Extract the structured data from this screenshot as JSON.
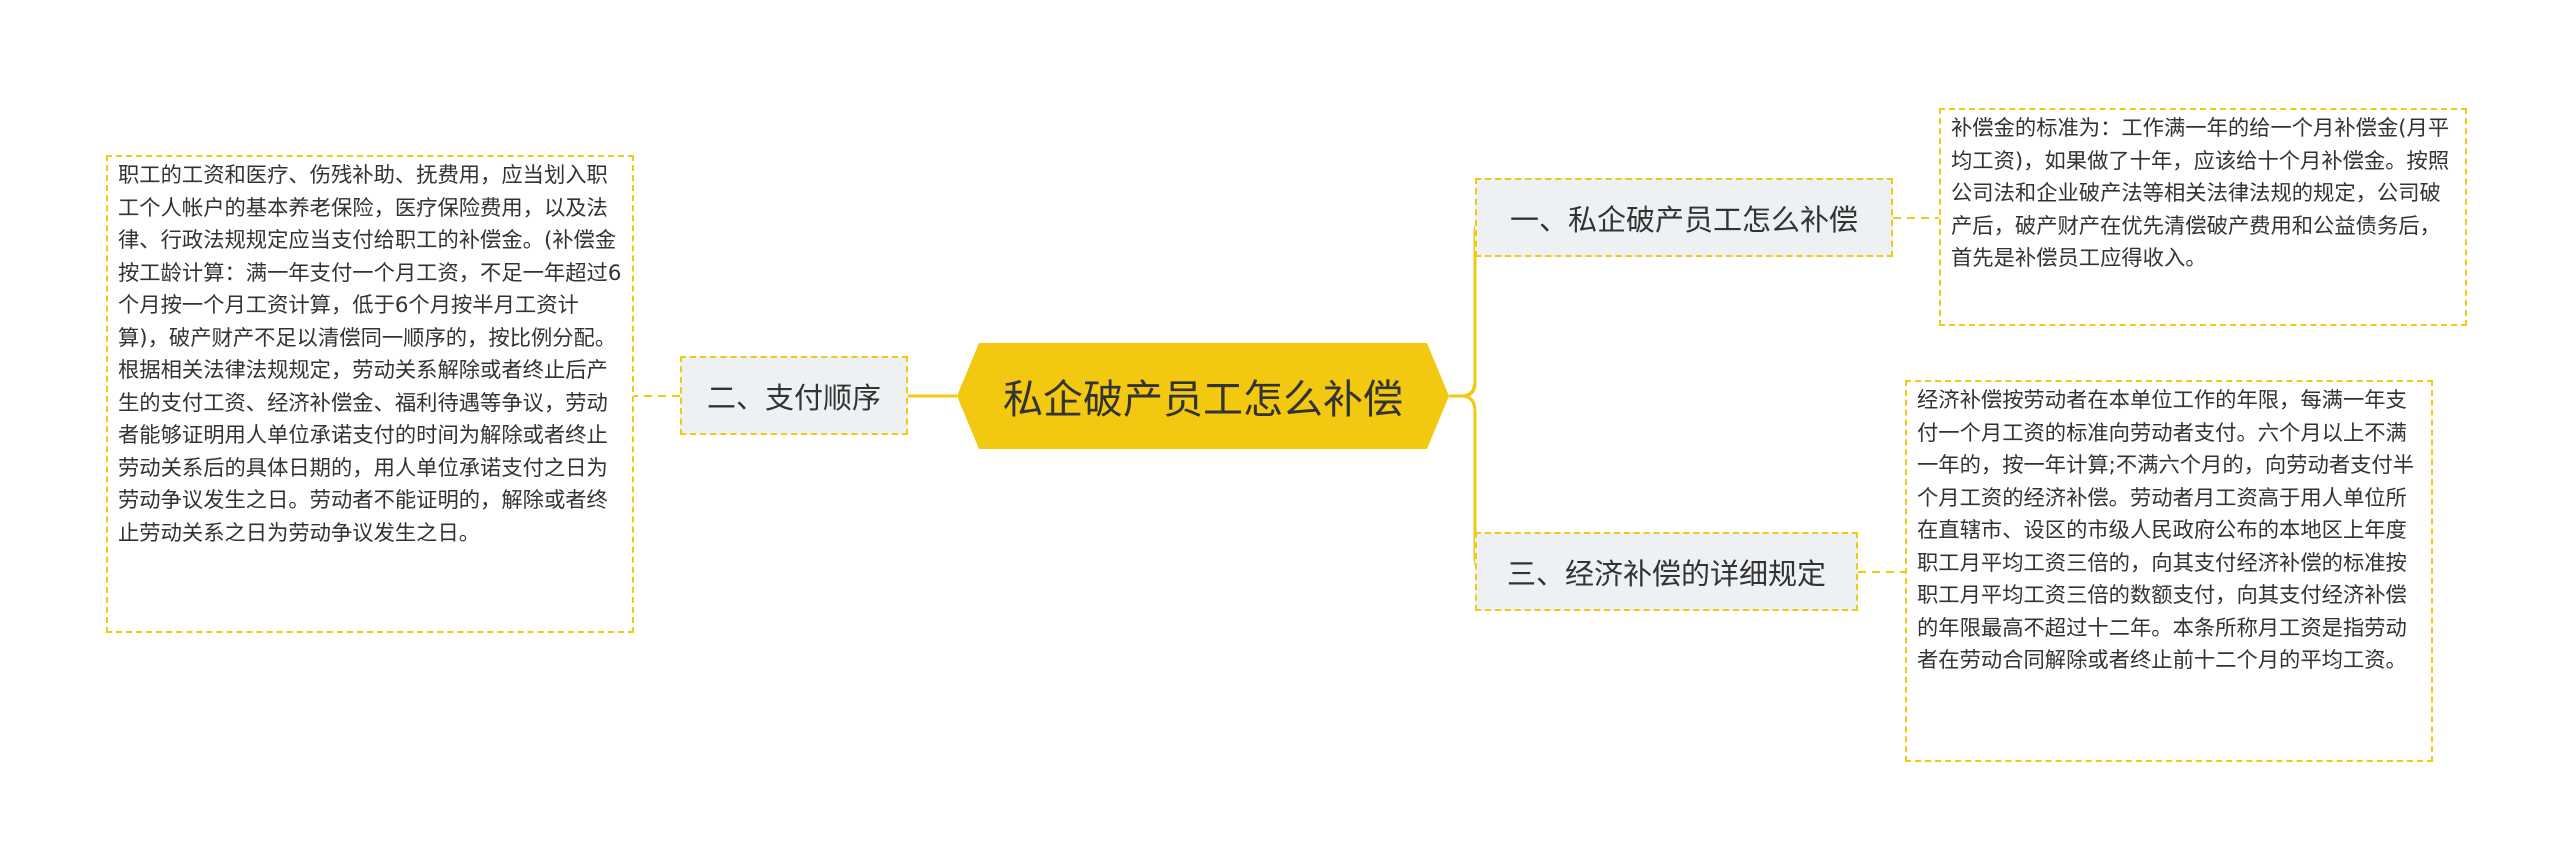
{
  "center": {
    "title": "私企破产员工怎么补偿"
  },
  "branches": [
    {
      "label": "一、私企破产员工怎么补偿",
      "text": "补偿金的标准为：工作满一年的给一个月补偿金(月平均工资)，如果做了十年，应该给十个月补偿金。按照公司法和企业破产法等相关法律法规的规定，公司破产后，破产财产在优先清偿破产费用和公益债务后，首先是补偿员工应得收入。"
    },
    {
      "label": "二、支付顺序",
      "text": "职工的工资和医疗、伤残补助、抚费用，应当划入职工个人帐户的基本养老保险，医疗保险费用，以及法律、行政法规规定应当支付给职工的补偿金。(补偿金按工龄计算：满一年支付一个月工资，不足一年超过6个月按一个月工资计算，低于6个月按半月工资计算)，破产财产不足以清偿同一顺序的，按比例分配。根据相关法律法规规定，劳动关系解除或者终止后产生的支付工资、经济补偿金、福利待遇等争议，劳动者能够证明用人单位承诺支付的时间为解除或者终止劳动关系后的具体日期的，用人单位承诺支付之日为劳动争议发生之日。劳动者不能证明的，解除或者终止劳动关系之日为劳动争议发生之日。"
    },
    {
      "label": "三、经济补偿的详细规定",
      "text": "经济补偿按劳动者在本单位工作的年限，每满一年支付一个月工资的标准向劳动者支付。六个月以上不满一年的，按一年计算;不满六个月的，向劳动者支付半个月工资的经济补偿。劳动者月工资高于用人单位所在直辖市、设区的市级人民政府公布的本地区上年度职工月平均工资三倍的，向其支付经济补偿的标准按职工月平均工资三倍的数额支付，向其支付经济补偿的年限最高不超过十二年。本条所称月工资是指劳动者在劳动合同解除或者终止前十二个月的平均工资。"
    }
  ],
  "colors": {
    "accent": "#f2c811",
    "branch_fill": "#eef1f3",
    "text": "#333333"
  }
}
